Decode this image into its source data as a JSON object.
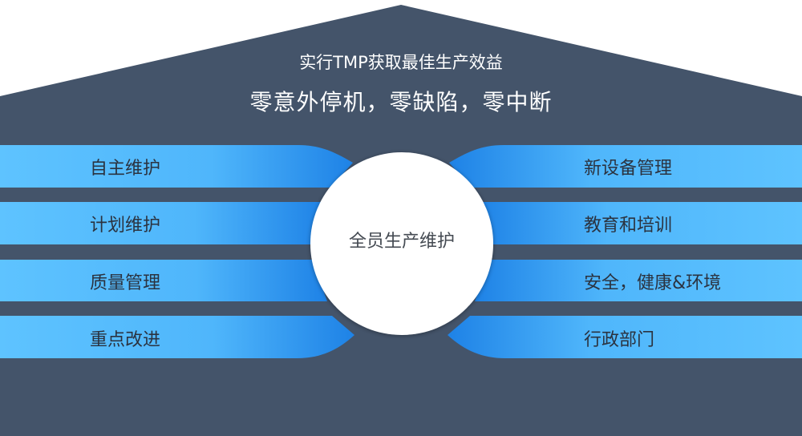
{
  "header": {
    "subtitle": "实行TMP获取最佳生产效益",
    "title": "零意外停机，零缺陷，零中断"
  },
  "center": {
    "label": "全员生产维护"
  },
  "left_pillars": [
    {
      "label": "自主维护"
    },
    {
      "label": "计划维护"
    },
    {
      "label": "质量管理"
    },
    {
      "label": "重点改进"
    }
  ],
  "right_pillars": [
    {
      "label": "新设备管理"
    },
    {
      "label": "教育和培训"
    },
    {
      "label": "安全，健康&环境"
    },
    {
      "label": "行政部门"
    }
  ],
  "colors": {
    "roof": "#44546a",
    "band_light": "#5ec3ff",
    "band_dark": "#1e82e6",
    "circle": "#ffffff"
  }
}
